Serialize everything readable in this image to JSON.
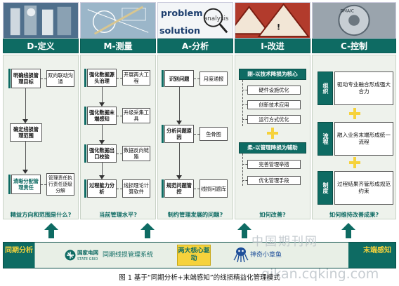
{
  "header": {
    "photo_b_words": [
      "problem",
      "analysis",
      "solution"
    ],
    "photo_d_letters": "DMAIC"
  },
  "phases": [
    {
      "label": "D-定义",
      "question": "精益方向和范围是什么?"
    },
    {
      "label": "M-测量",
      "question": "当前管理水平?"
    },
    {
      "label": "A-分析",
      "question": "制约管理发展的问题?"
    },
    {
      "label": "I-改进",
      "question": "如何改善?"
    },
    {
      "label": "C-控制",
      "question": "如何维持改善成果?"
    }
  ],
  "col_d": {
    "box1": "明确线损管理目标",
    "box1_side": "双向联动沟通",
    "box2": "确定线损管理范围",
    "box3": "清晰分配管理责任",
    "box3_side": "管理责任执行责任逐级分解"
  },
  "col_m": {
    "box1": "强化数据源头治理",
    "box1_side": "开展两大工程",
    "box2": "强化数据末端感知",
    "box2_side": "升级采集工具",
    "box3": "强化数据出口校验",
    "box3_side": "数据反向链路",
    "box4": "过程能力分析",
    "box4_side": "线损理论计算软件"
  },
  "col_a": {
    "box1": "识别问题",
    "box1_side": "月度通报",
    "box2": "分析问题原因",
    "box2_side": "鱼骨图",
    "box3": "规范问题管控",
    "box3_side": "线损问题库"
  },
  "col_i": {
    "header1": "刚-以技术降损为核心",
    "items1": [
      "硬件设施优化",
      "创新技术应用",
      "运行方式优化"
    ],
    "header2": "柔-以管理降损为辅助",
    "items2": [
      "完善管理举措",
      "优化管理手段"
    ]
  },
  "col_c": {
    "rows": [
      {
        "label": "组织",
        "text": "驱动专业融合形成强大合力"
      },
      {
        "label": "流程",
        "text": "融入业务末端形成统一流程"
      },
      {
        "label": "制度",
        "text": "过程结果齐管形成规范约束"
      }
    ]
  },
  "bottom": {
    "left_label": "同期分析",
    "logo_name": "国家电网",
    "logo_sub": "STATE GRID",
    "system_name": "同期线损管理系统",
    "core": "两大核心驱动",
    "octopus_text": "神奇小章鱼",
    "right_label": "末端感知"
  },
  "caption": "图 1  基于“同期分析+末端感知”的线损精益化管理模式",
  "watermark": {
    "cn": "中国期刊网",
    "url": "qikan.cqking.com"
  },
  "colors": {
    "teal": "#0e6b63",
    "yellow": "#f6d23c",
    "pale": "#eef2ec"
  }
}
